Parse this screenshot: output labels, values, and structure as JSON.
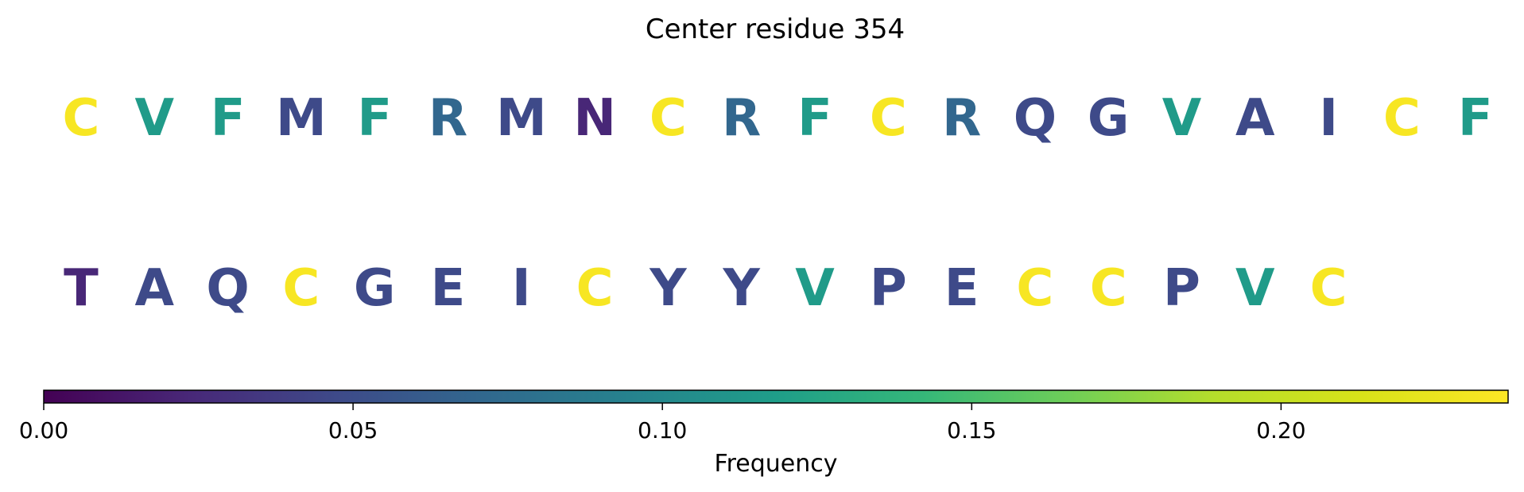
{
  "chart_data": {
    "type": "sequence-colormap",
    "title": "Center residue 354",
    "colormap": "viridis",
    "rows": [
      {
        "residues": [
          "C",
          "V",
          "F",
          "M",
          "F",
          "R",
          "M",
          "N",
          "C",
          "R",
          "F",
          "C",
          "R",
          "Q",
          "G",
          "V",
          "A",
          "I",
          "C",
          "F"
        ],
        "frequencies": [
          0.233,
          0.116,
          0.116,
          0.047,
          0.116,
          0.07,
          0.047,
          0.023,
          0.233,
          0.07,
          0.116,
          0.233,
          0.07,
          0.047,
          0.047,
          0.116,
          0.047,
          0.047,
          0.233,
          0.116
        ]
      },
      {
        "residues": [
          "T",
          "A",
          "Q",
          "C",
          "G",
          "E",
          "I",
          "C",
          "Y",
          "Y",
          "V",
          "P",
          "E",
          "C",
          "C",
          "P",
          "V",
          "C"
        ],
        "frequencies": [
          0.023,
          0.047,
          0.047,
          0.233,
          0.047,
          0.047,
          0.047,
          0.233,
          0.047,
          0.047,
          0.116,
          0.047,
          0.047,
          0.233,
          0.233,
          0.047,
          0.116,
          0.233
        ]
      }
    ],
    "colorbar": {
      "label": "Frequency",
      "min": 0.0,
      "max": 0.2367,
      "ticks": [
        0.0,
        0.05,
        0.1,
        0.15,
        0.2
      ],
      "tick_labels": [
        "0.00",
        "0.05",
        "0.10",
        "0.15",
        "0.20"
      ],
      "orientation": "horizontal"
    }
  }
}
